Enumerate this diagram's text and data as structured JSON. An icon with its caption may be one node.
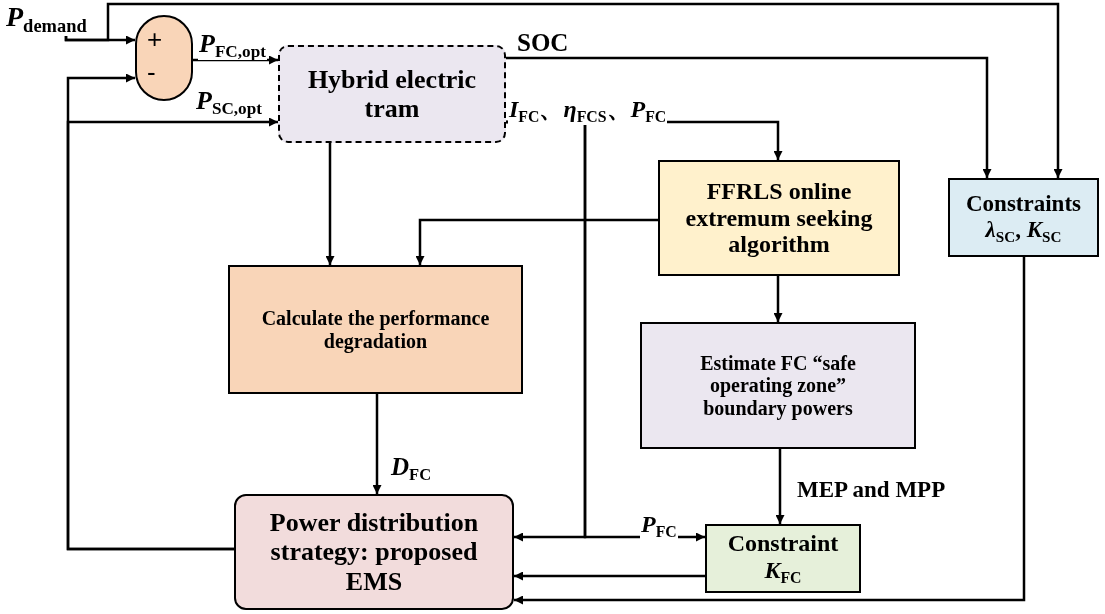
{
  "diagram": {
    "nodes": [
      {
        "text": [
          "*P*$_{demand}$"
        ]
      },
      {
        "text": [
          "+",
          "-"
        ]
      },
      {
        "text": [
          "Hybrid electric tram"
        ]
      },
      {
        "text": [
          "FFRLS online extremum seeking algorithm"
        ]
      },
      {
        "text": [
          "Constraints",
          "*λ*$_{SC}$, *K*$_{SC}$"
        ]
      },
      {
        "text": [
          "Calculate the performance degradation"
        ]
      },
      {
        "text": [
          "Estimate FC “safe operating zone” boundary powers"
        ]
      },
      {
        "text": [
          "Power distribution strategy: proposed EMS"
        ]
      },
      {
        "text": [
          "Constraint",
          "*K*$_{FC}$"
        ]
      }
    ],
    "edges": [
      {
        "from": 0,
        "to": 1,
        "arrow": "to"
      },
      {
        "from": 0,
        "to": 4,
        "arrow": "to"
      },
      {
        "from": 1,
        "to": 2,
        "arrow": "to",
        "label": "*P*$_{FC,opt}$"
      },
      {
        "from": 7,
        "to": 2,
        "arrow": "to",
        "label": "*P*$_{SC,opt}$"
      },
      {
        "from": 7,
        "to": 1,
        "arrow": "to"
      },
      {
        "from": 2,
        "to": 4,
        "arrow": "to",
        "label": "SOC"
      },
      {
        "from": 2,
        "to": 3,
        "arrow": "to",
        "label": "*I*$_{FC}$、*η*$_{FCS}$、*P*$_{FC}$"
      },
      {
        "from": 2,
        "to": 7,
        "arrow": "to"
      },
      {
        "from": 2,
        "to": 8,
        "arrow": "to",
        "label": "*P*$_{FC}$"
      },
      {
        "from": 2,
        "to": 5,
        "arrow": "to"
      },
      {
        "from": 3,
        "to": 5,
        "arrow": "to"
      },
      {
        "from": 3,
        "to": 6,
        "arrow": "to"
      },
      {
        "from": 6,
        "to": 8,
        "arrow": "to",
        "label": "MEP and MPP"
      },
      {
        "from": 5,
        "to": 7,
        "arrow": "to",
        "label": "*D*$_{FC}$"
      },
      {
        "from": 8,
        "to": 7,
        "arrow": "to"
      },
      {
        "from": 4,
        "to": 7,
        "arrow": "to"
      }
    ]
  }
}
